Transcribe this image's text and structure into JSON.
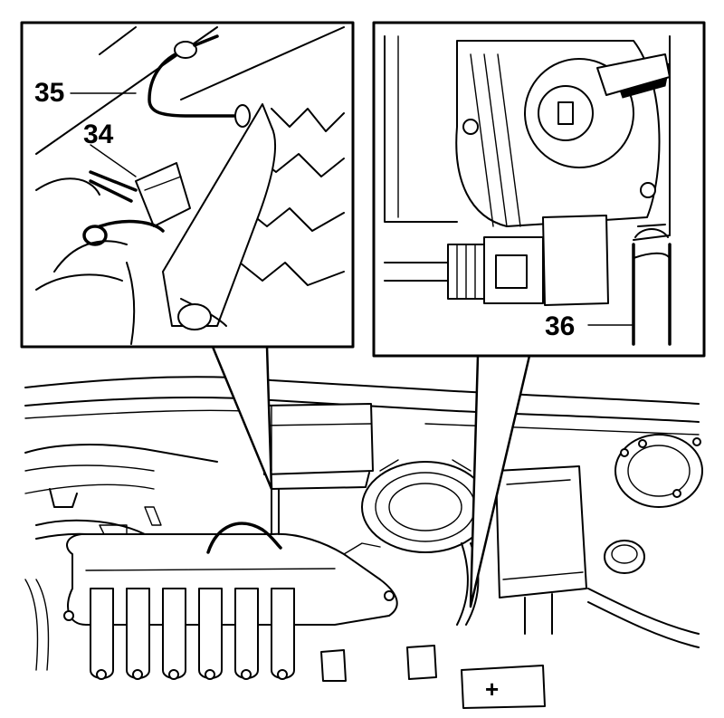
{
  "callouts": {
    "c35": "35",
    "c34": "34",
    "c36": "36"
  },
  "battery": {
    "symbol": "+"
  },
  "colors": {
    "ink": "#000000",
    "paper": "#ffffff"
  }
}
